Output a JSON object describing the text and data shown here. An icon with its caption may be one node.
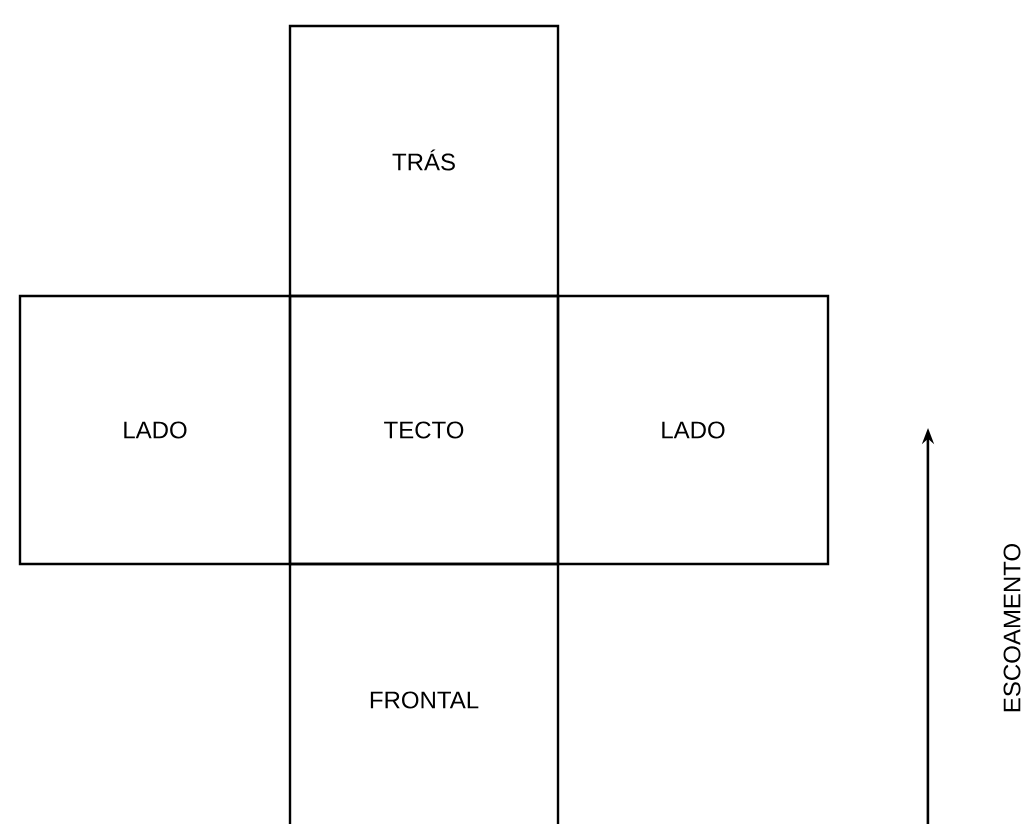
{
  "diagram": {
    "nodes": [
      {
        "text": [
          "TRÁS"
        ]
      },
      {
        "text": [
          "LADO"
        ]
      },
      {
        "text": [
          "TECTO"
        ]
      },
      {
        "text": [
          "LADO"
        ]
      },
      {
        "text": [
          "FRONTAL"
        ]
      }
    ],
    "labels": [
      "ESCOAMENTO"
    ]
  }
}
